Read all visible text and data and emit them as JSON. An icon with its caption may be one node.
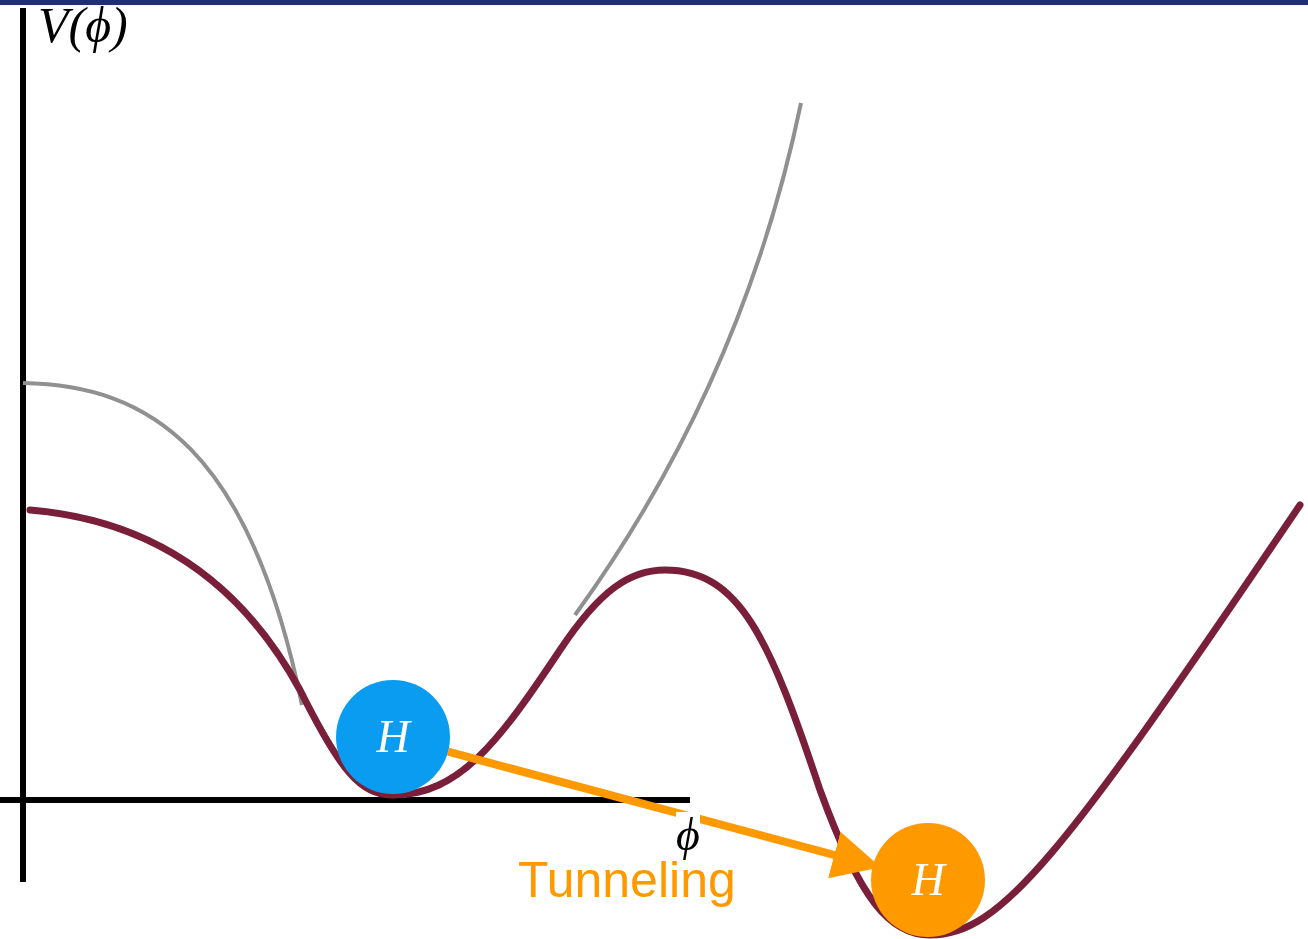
{
  "diagram": {
    "nodes": [
      {
        "text": [
          "H"
        ]
      },
      {
        "text": [
          "H"
        ]
      }
    ],
    "edges": [
      {
        "from": 0,
        "to": 1,
        "arrow": "to",
        "label": "Tunneling"
      }
    ],
    "labels": [
      "V(ϕ)",
      "ϕ"
    ]
  }
}
